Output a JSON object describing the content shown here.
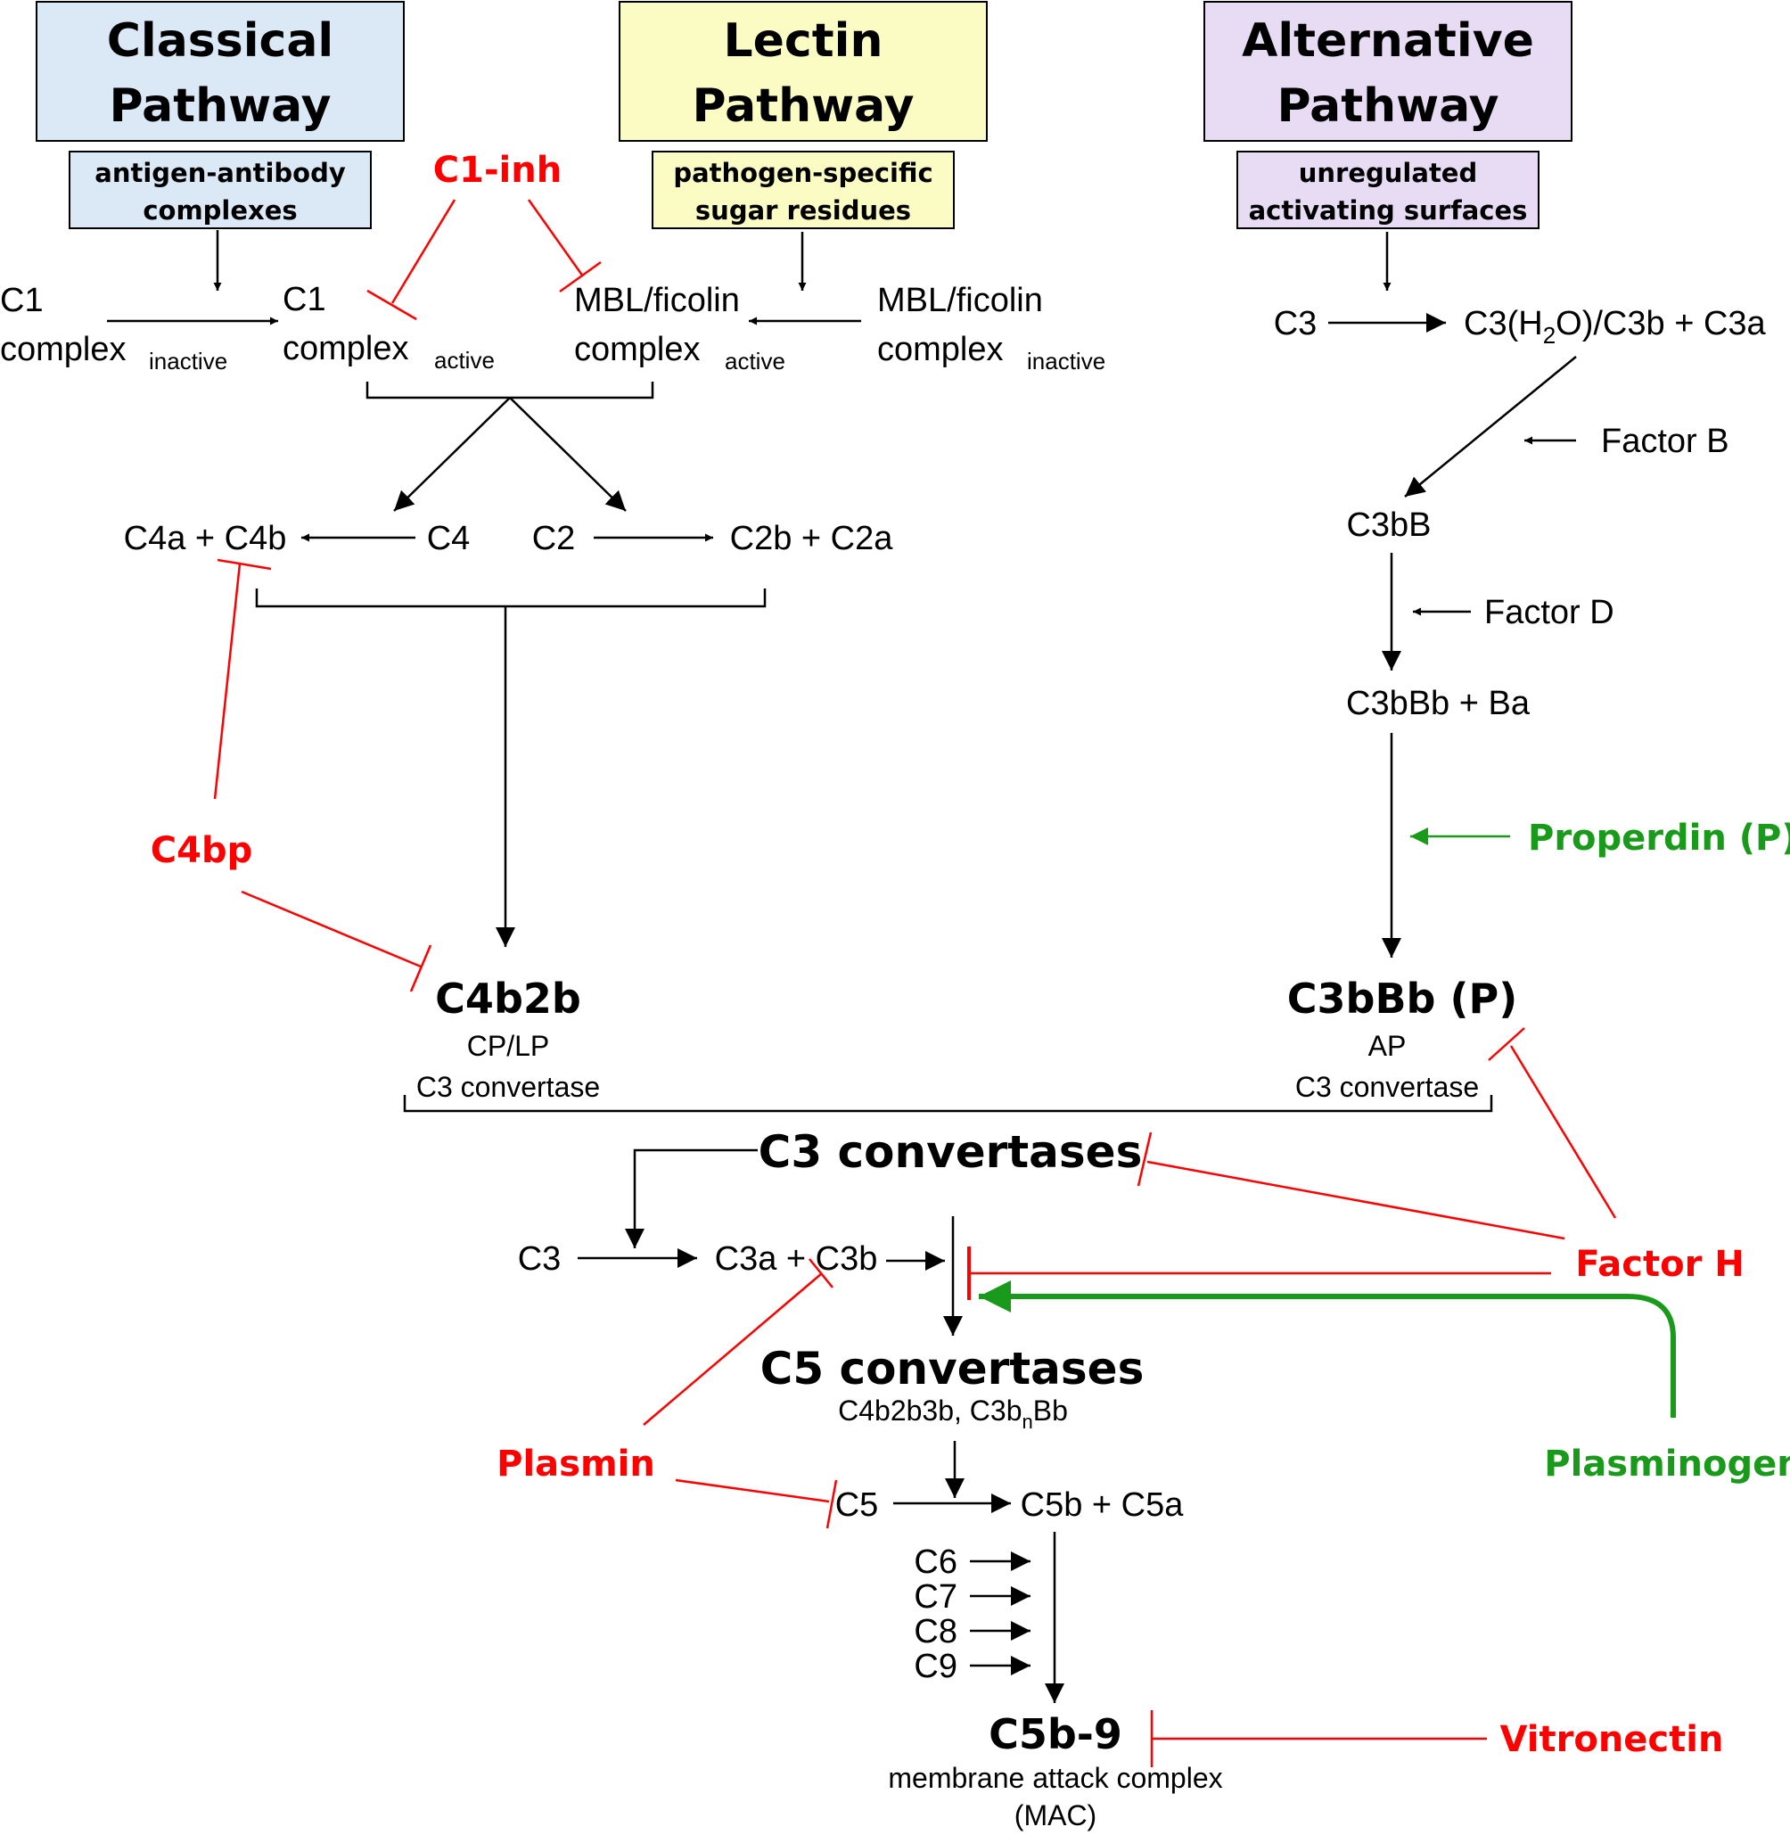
{
  "pathways": {
    "classical": {
      "title_line1": "Classical",
      "title_line2": "Pathway",
      "trigger_line1": "antigen-antibody",
      "trigger_line2": "complexes",
      "color": "#dbe8f5"
    },
    "lectin": {
      "title_line1": "Lectin",
      "title_line2": "Pathway",
      "trigger_line1": "pathogen-specific",
      "trigger_line2": "sugar residues",
      "color": "#fbfbc4"
    },
    "alternative": {
      "title_line1": "Alternative",
      "title_line2": "Pathway",
      "trigger_line1": "unregulated",
      "trigger_line2": "activating surfaces",
      "color": "#e8dcf4"
    }
  },
  "classical_nodes": {
    "c1_inactive_line1": "C1",
    "c1_inactive_line2": "complex",
    "c1_inactive_sub": "inactive",
    "c1_active_line1": "C1",
    "c1_active_line2": "complex",
    "c1_active_sub": "active"
  },
  "lectin_nodes": {
    "mbl_active_line1": "MBL/ficolin",
    "mbl_active_line2": "complex",
    "mbl_active_sub": "active",
    "mbl_inactive_line1": "MBL/ficolin",
    "mbl_inactive_line2": "complex",
    "mbl_inactive_sub": "inactive"
  },
  "cp_lp": {
    "c4_products": "C4a + C4b",
    "c4": "C4",
    "c2": "C2",
    "c2_products": "C2b + C2a",
    "convertase_name": "C4b2b",
    "convertase_line2": "CP/LP",
    "convertase_line3": "C3 convertase"
  },
  "alternative_nodes": {
    "c3": "C3",
    "c3_products_pre": "C3(H",
    "c3_products_sub": "2",
    "c3_products_post": "O)/C3b + C3a",
    "factor_b": "Factor B",
    "c3bb": "C3bB",
    "factor_d": "Factor D",
    "c3bbb_ba": "C3bBb + Ba",
    "convertase_name": "C3bBb (P)",
    "convertase_line2": "AP",
    "convertase_line3": "C3 convertase"
  },
  "common": {
    "c3_convertases": "C3 convertases",
    "c3": "C3",
    "c3_products": "C3a + C3b",
    "c5_convertases": "C5 convertases",
    "c5_convertases_detail_pre": "C4b2b3b, C3b",
    "c5_convertases_detail_sub": "n",
    "c5_convertases_detail_post": "Bb",
    "c5": "C5",
    "c5_products": "C5b + C5a",
    "terminal_components": [
      "C6",
      "C7",
      "C8",
      "C9"
    ],
    "mac_name": "C5b-9",
    "mac_line2": "membrane attack complex",
    "mac_line3": "(MAC)"
  },
  "regulators": {
    "c1_inh": "C1-inh",
    "c4bp": "C4bp",
    "factor_h": "Factor H",
    "plasmin": "Plasmin",
    "vitronectin": "Vitronectin",
    "properdin": "Properdin (P)",
    "plasminogen": "Plasminogen"
  },
  "colors": {
    "inhibitor": "#ff0000",
    "activator": "#1a9a1a",
    "reaction": "#000000"
  }
}
